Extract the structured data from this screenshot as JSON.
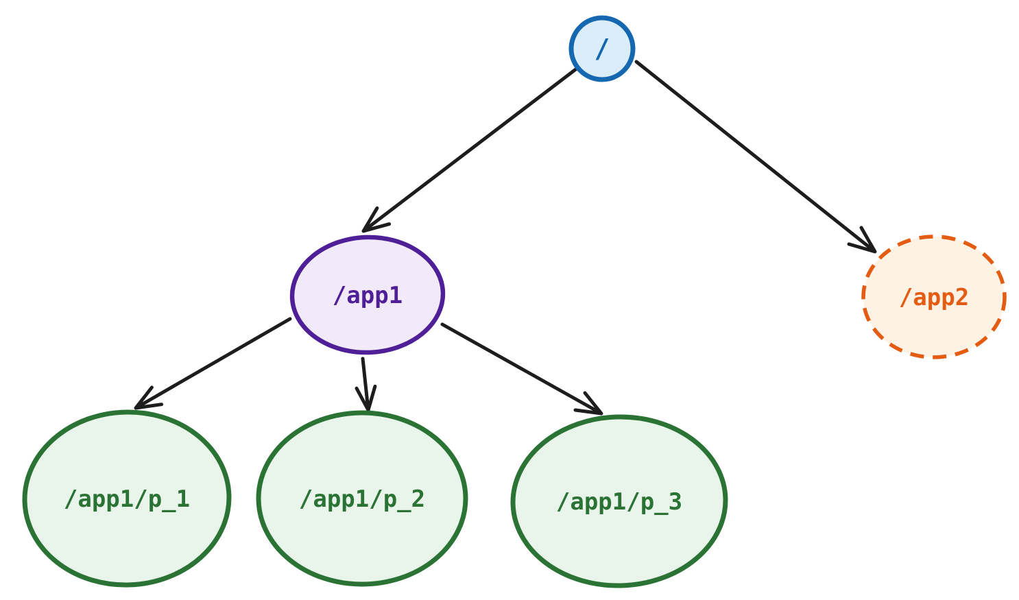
{
  "diagram": {
    "type": "tree",
    "background": "#ffffff",
    "arrow_color": "#1d1d1d",
    "nodes": {
      "root": {
        "label": "/",
        "shape": "circle",
        "stroke": "#1567b0",
        "fill": "#dcedfa",
        "text_color": "#1567b0",
        "border_style": "solid"
      },
      "app1": {
        "label": "/app1",
        "shape": "ellipse",
        "stroke": "#4e1f96",
        "fill": "#f2e9f9",
        "text_color": "#4e1f96",
        "border_style": "solid"
      },
      "app2": {
        "label": "/app2",
        "shape": "ellipse",
        "stroke": "#e45b12",
        "fill": "#fdf2e3",
        "text_color": "#e45b12",
        "border_style": "dashed"
      },
      "app1_p1": {
        "label": "/app1/p_1",
        "shape": "ellipse",
        "stroke": "#2a7334",
        "fill": "#e9f4ea",
        "text_color": "#2a7334",
        "border_style": "solid"
      },
      "app1_p2": {
        "label": "/app1/p_2",
        "shape": "ellipse",
        "stroke": "#2a7334",
        "fill": "#e9f4ea",
        "text_color": "#2a7334",
        "border_style": "solid"
      },
      "app1_p3": {
        "label": "/app1/p_3",
        "shape": "ellipse",
        "stroke": "#2a7334",
        "fill": "#e9f4ea",
        "text_color": "#2a7334",
        "border_style": "solid"
      }
    },
    "edges": [
      {
        "from": "/",
        "to": "/app1"
      },
      {
        "from": "/",
        "to": "/app2"
      },
      {
        "from": "/app1",
        "to": "/app1/p_1"
      },
      {
        "from": "/app1",
        "to": "/app1/p_2"
      },
      {
        "from": "/app1",
        "to": "/app1/p_3"
      }
    ]
  }
}
